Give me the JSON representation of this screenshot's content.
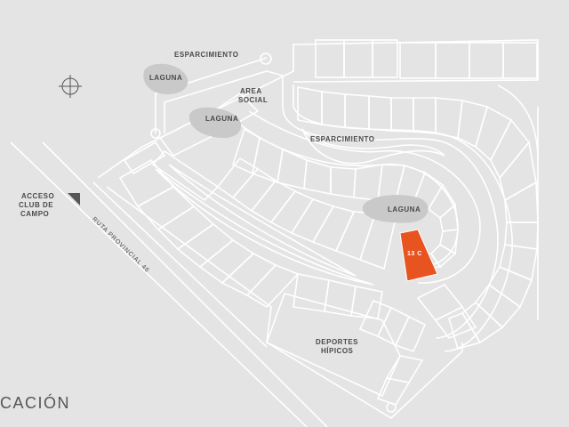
{
  "colors": {
    "background": "#e4e4e4",
    "line": "#ffffff",
    "lagoon": "#c9c9c9",
    "highlight": "#e8541f",
    "text": "#4a4a4a"
  },
  "labels": {
    "esparcimiento_top": "ESPARCIMIENTO",
    "laguna_1": "LAGUNA",
    "laguna_2": "LAGUNA",
    "laguna_3": "LAGUNA",
    "area_social_1": "AREA",
    "area_social_2": "SOCIAL",
    "esparcimiento_mid": "ESPARCIMIENTO",
    "acceso_1": "ACCESO",
    "acceso_2": "CLUB DE",
    "acceso_3": "CAMPO",
    "ruta": "RUTA PROVINCIAL 46",
    "deportes_1": "DEPORTES",
    "deportes_2": "HÍPICOS"
  },
  "highlighted_lot": {
    "label": "13 C"
  },
  "footer": {
    "title": "CACIÓN"
  },
  "icons": {
    "compass": "crosshair-compass-icon",
    "access": "access-arrow-icon"
  }
}
